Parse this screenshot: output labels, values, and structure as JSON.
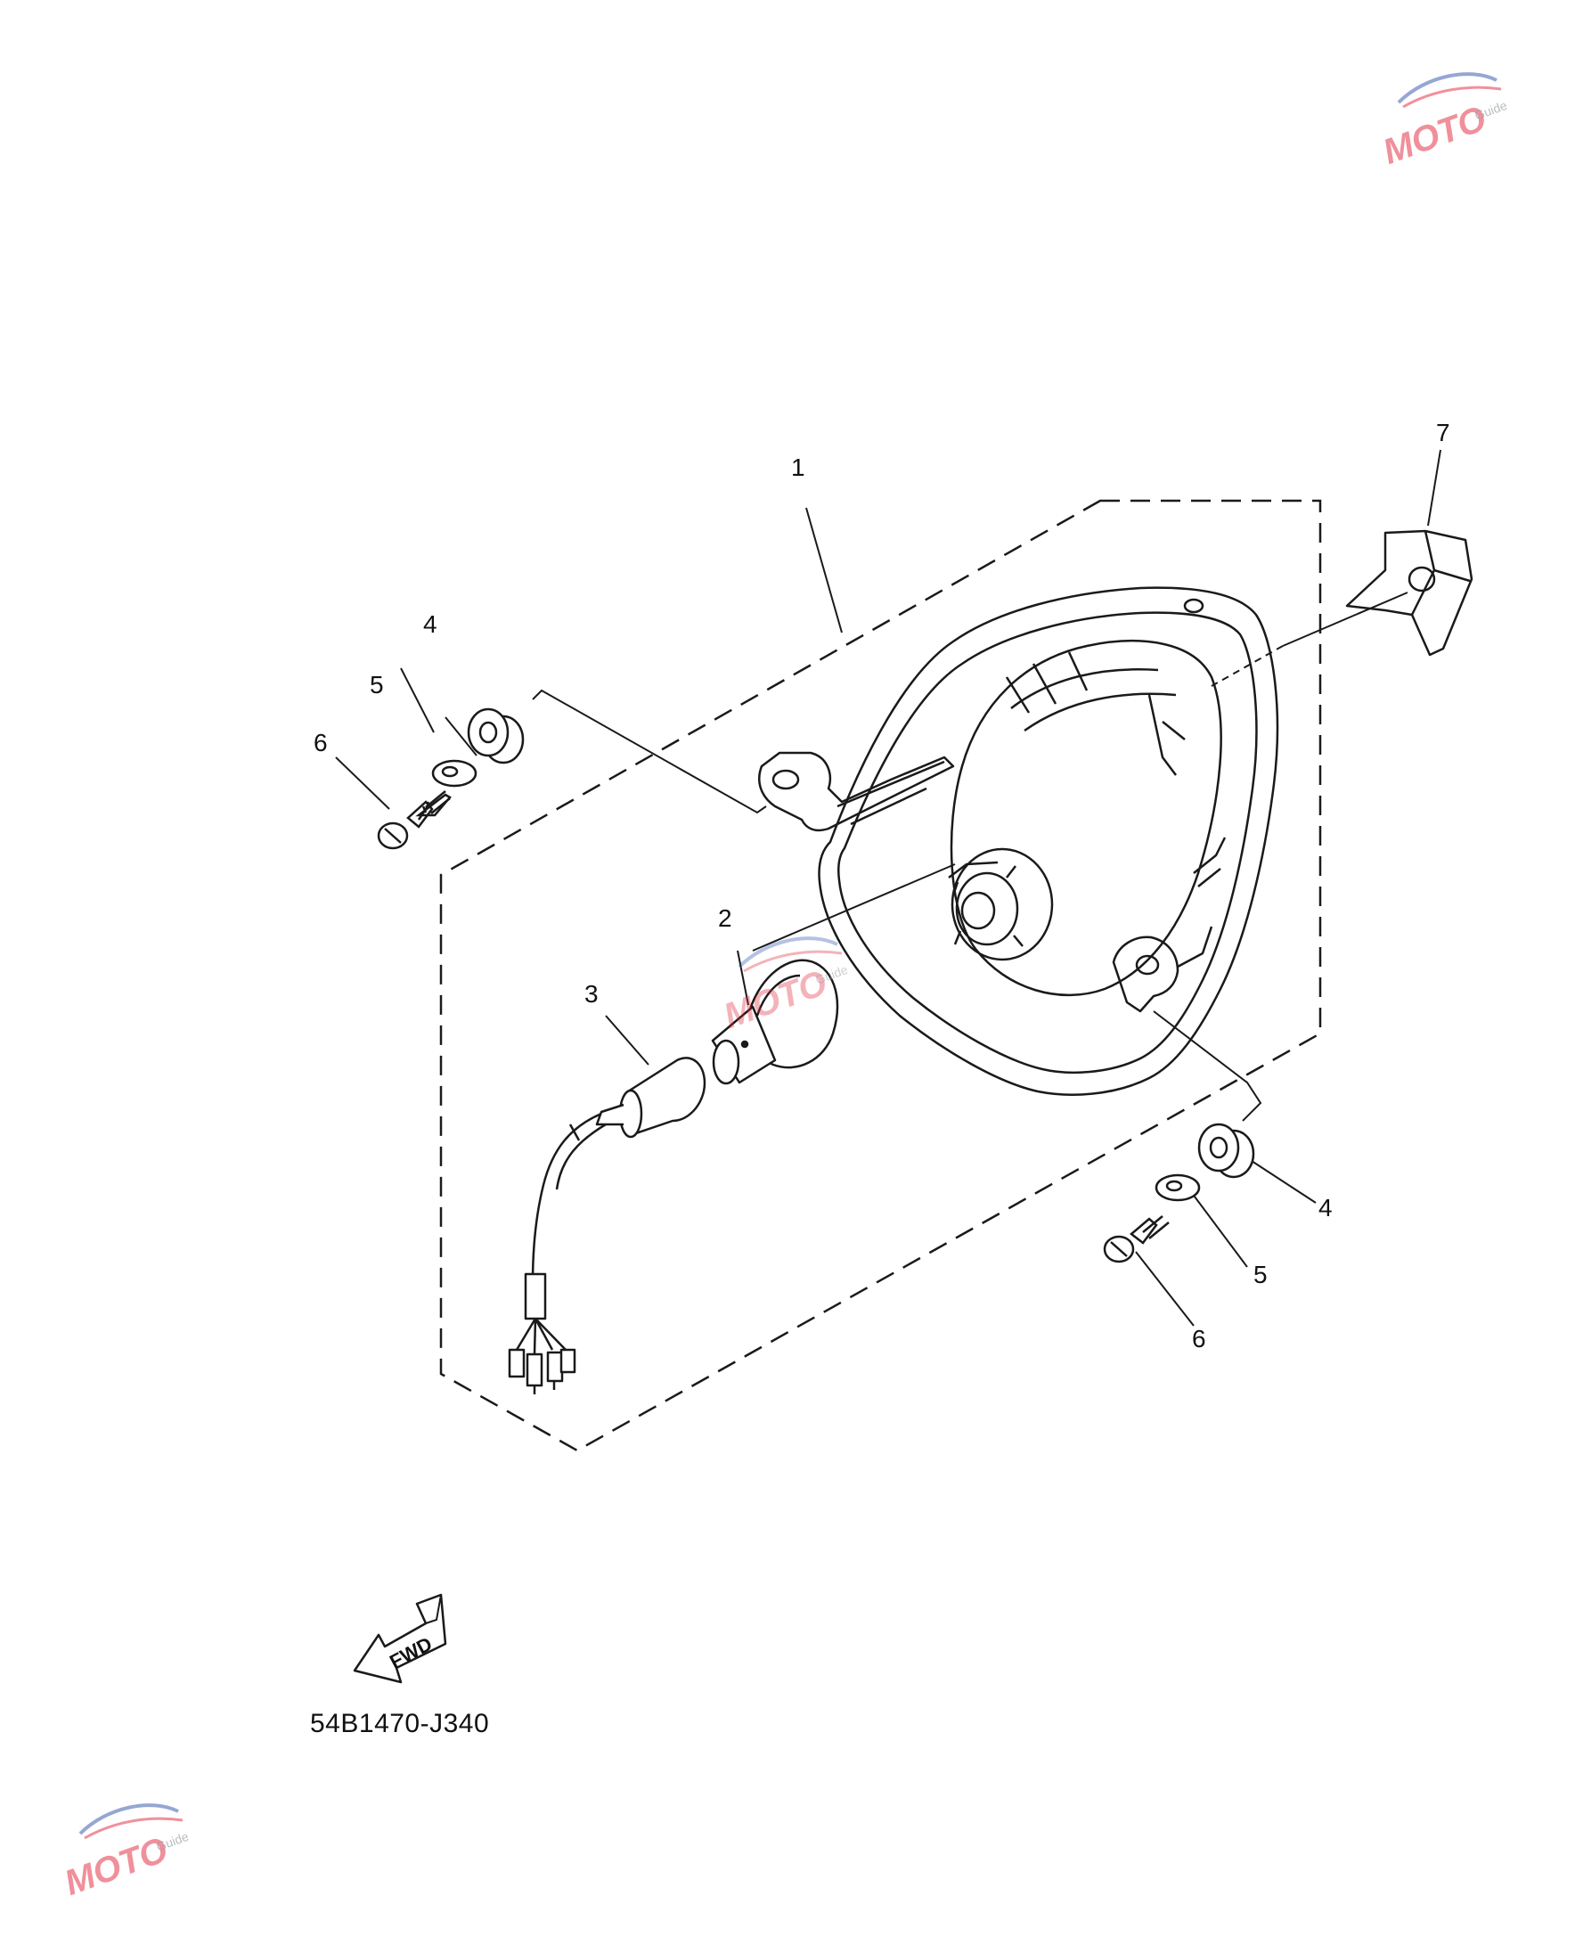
{
  "diagram": {
    "part_code": "54B1470-J340",
    "fwd_arrow_label": "FWD",
    "callouts": [
      "1",
      "2",
      "3",
      "4",
      "5",
      "6",
      "7",
      "4",
      "5",
      "6"
    ],
    "watermark": {
      "logo_text": "MOTO",
      "sub_text": "Guide",
      "colors": {
        "brand_red": "#e0243a",
        "brand_blue": "#2c4fa8",
        "gray": "#9aa0a6"
      }
    },
    "colors": {
      "line": "#1a1a1a",
      "background": "#ffffff"
    }
  }
}
